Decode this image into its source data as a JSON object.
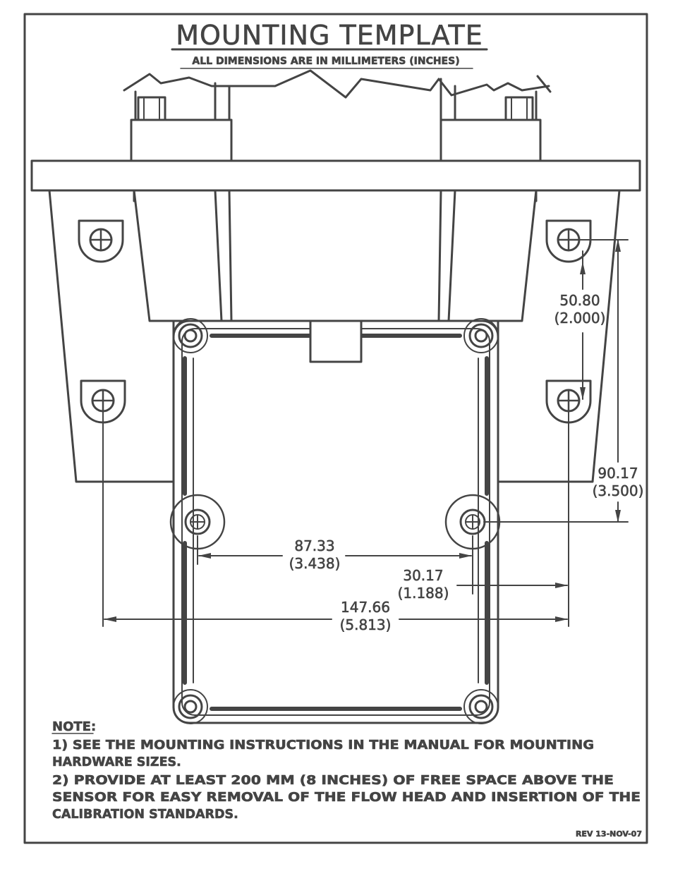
{
  "title": "MOUNTING TEMPLATE",
  "subtitle": "ALL DIMENSIONS ARE IN MILLIMETERS (INCHES)",
  "dimensions": {
    "vertical_hole_spacing": {
      "mm": "50.80",
      "in": "(2.000)"
    },
    "vertical_total": {
      "mm": "90.17",
      "in": "(3.500)"
    },
    "inner_holes": {
      "mm": "87.33",
      "in": "(3.438)"
    },
    "offset": {
      "mm": "30.17",
      "in": "(1.188)"
    },
    "outer_holes": {
      "mm": "147.66",
      "in": "(5.813)"
    }
  },
  "note": {
    "heading": "NOTE:",
    "line1a": "1) SEE THE MOUNTING INSTRUCTIONS IN THE MANUAL FOR MOUNTING",
    "line1b": "HARDWARE SIZES.",
    "line2a": "2) PROVIDE AT LEAST 200 MM (8 INCHES) OF FREE SPACE ABOVE THE",
    "line2b": "SENSOR FOR EASY REMOVAL OF THE FLOW HEAD AND INSERTION OF   THE",
    "line2c": "CALIBRATION STANDARDS."
  },
  "revision": "REV 13-NOV-07",
  "colors": {
    "ink": "#444444",
    "paper": "#ffffff"
  }
}
